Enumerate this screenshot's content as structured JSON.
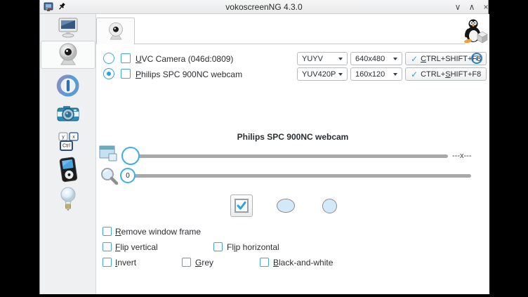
{
  "titlebar": {
    "title": "vokoscreenNG 4.3.0",
    "minimize_glyph": "∨",
    "maximize_glyph": "∧",
    "close_glyph": "×"
  },
  "sidebar": {
    "items": [
      "screen",
      "webcam",
      "start",
      "camera",
      "hotkeys",
      "player",
      "help"
    ],
    "selected_item": "webcam",
    "hotkeys_keys": [
      "y",
      "x",
      "Ctrl"
    ]
  },
  "webcam_tab": {
    "devices": [
      {
        "label": {
          "pre": "",
          "u": "U",
          "post": "VC Camera (046d:0809)"
        },
        "radio_checked": false,
        "checkbox_checked": false,
        "format": "YUYV",
        "resolution": "640x480",
        "shortcut": {
          "pre": "",
          "u": "C",
          "post": "TRL+SHIFT+F8"
        }
      },
      {
        "label": {
          "pre": "",
          "u": "P",
          "post": "hilips SPC 900NC webcam"
        },
        "radio_checked": true,
        "checkbox_checked": false,
        "format": "YUV420P",
        "resolution": "160x120",
        "shortcut": {
          "pre": "CTRL+",
          "u": "S",
          "post": "HIFT+F8"
        }
      }
    ],
    "check_glyph": "✓",
    "info_glyph": "i",
    "active_device_title": "Philips SPC 900NC webcam",
    "sliders": [
      {
        "name": "size",
        "value": "",
        "right_text": "---x---"
      },
      {
        "name": "zoom",
        "value": "0",
        "right_text": ""
      }
    ],
    "checkboxes": {
      "remove_window_frame": {
        "pre": "",
        "u": "R",
        "post": "emove window frame",
        "checked": false
      },
      "flip_vertical": {
        "pre": "",
        "u": "F",
        "post": "lip vertical",
        "checked": false
      },
      "flip_horizontal": {
        "pre": "Fl",
        "u": "i",
        "post": "p horizontal",
        "checked": false
      },
      "invert": {
        "pre": "",
        "u": "I",
        "post": "nvert",
        "checked": false
      },
      "grey": {
        "pre": "",
        "u": "G",
        "post": "rey",
        "checked": false
      },
      "black_and_white": {
        "pre": "",
        "u": "B",
        "post": "lack-and-white",
        "checked": false
      }
    }
  },
  "colors": {
    "accent": "#3daee9",
    "window_bg": "#eff0f1",
    "pane_bg": "#ffffff",
    "slider_track": "#a8a8a8",
    "desktop_bg": "#000000"
  }
}
